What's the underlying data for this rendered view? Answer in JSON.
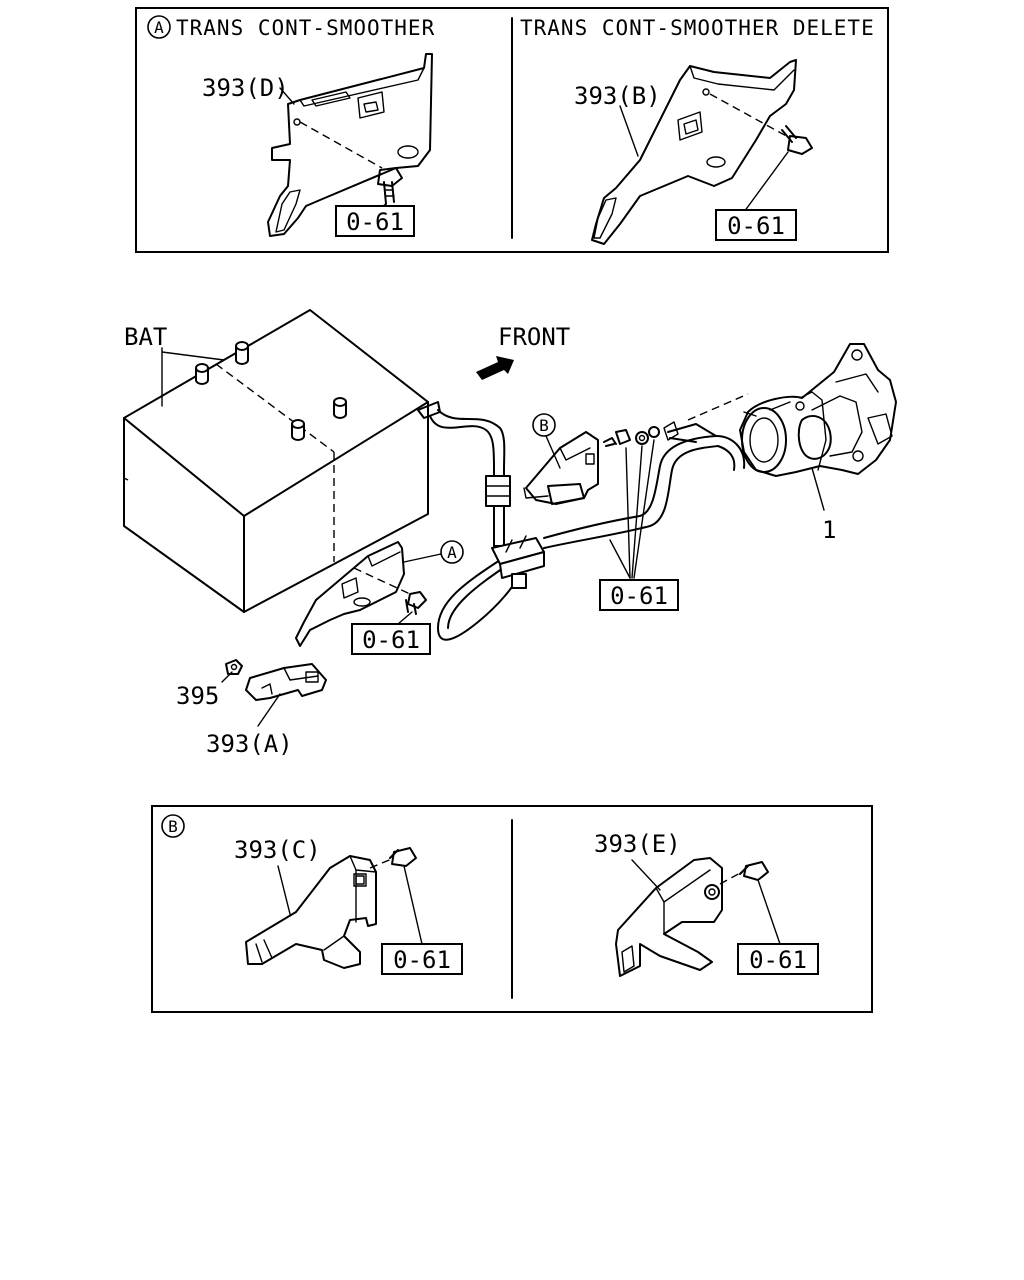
{
  "panel_a": {
    "marker": "A",
    "left_caption": "TRANS CONT-SMOOTHER",
    "right_caption": "TRANS CONT-SMOOTHER DELETE",
    "left_part": "393(D)",
    "right_part": "393(B)",
    "left_callout": "0-61",
    "right_callout": "0-61"
  },
  "main": {
    "battery_label": "BAT",
    "front_label": "FRONT",
    "starter_label": "1",
    "marker_a": "A",
    "marker_b": "B",
    "callout_left": "0-61",
    "callout_right": "0-61",
    "nut_label": "395",
    "bracket_label": "393(A)"
  },
  "panel_b": {
    "marker": "B",
    "left_part": "393(C)",
    "right_part": "393(E)",
    "left_callout": "0-61",
    "right_callout": "0-61"
  }
}
